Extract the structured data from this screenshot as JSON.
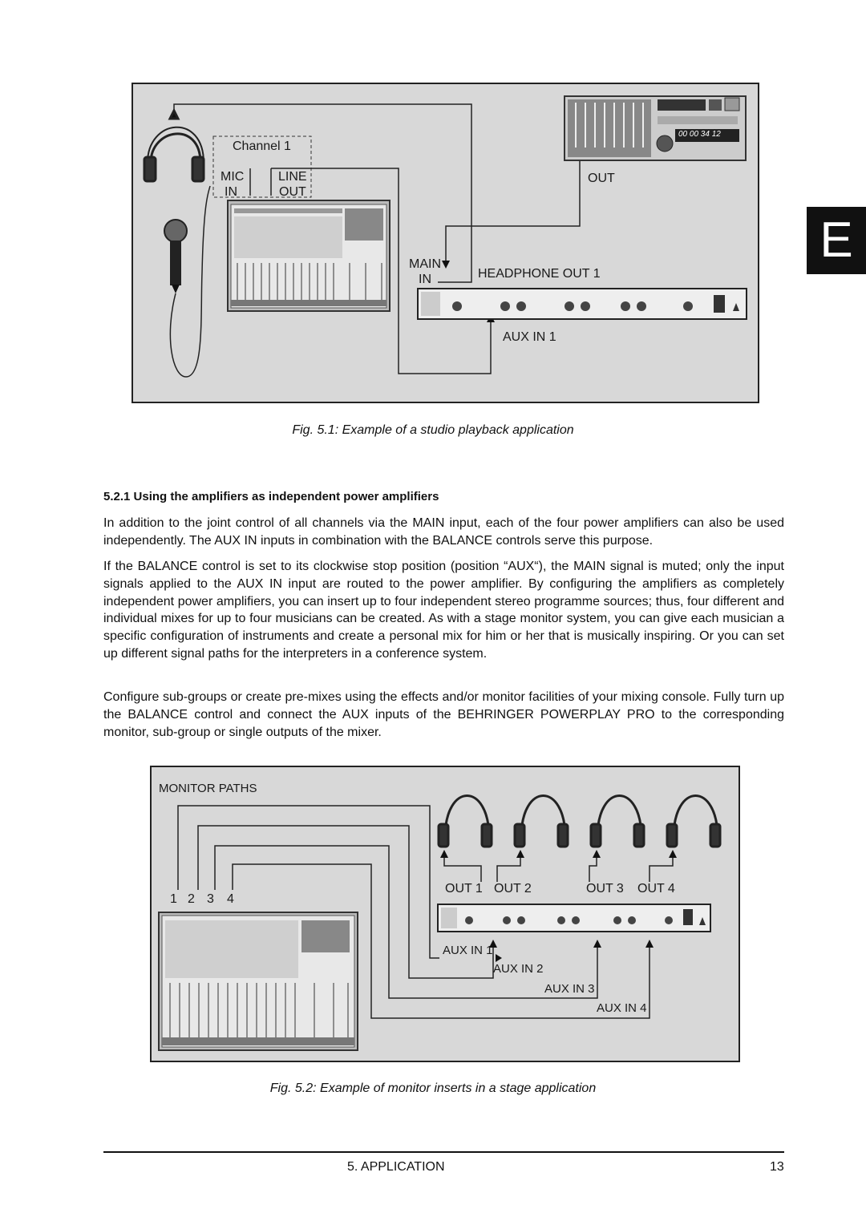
{
  "side_tab": "E",
  "figure1": {
    "labels": {
      "channel": "Channel 1",
      "mic": "MIC",
      "mic_in": "IN",
      "line": "LINE",
      "line_out": "OUT",
      "out": "OUT",
      "main": "MAIN",
      "main_in": "IN",
      "headphone_out": "HEADPHONE OUT 1",
      "aux_in": "AUX IN 1",
      "display": "00 00 34 12"
    },
    "caption": "Fig. 5.1: Example of a studio playback application"
  },
  "section": {
    "heading": "5.2.1  Using the amplifiers as independent power amplifiers",
    "paragraphs": [
      "In addition to the joint control of all channels via the MAIN input, each of the four power amplifiers can also be used independently. The AUX IN inputs in combination with the BALANCE controls serve this purpose.",
      "If the BALANCE control is set to its clockwise stop position (position “AUX“), the MAIN signal is muted; only the input signals applied to the AUX IN input are routed to the power amplifier. By configuring the amplifiers as completely independent power amplifiers, you can insert up to four independent stereo programme sources; thus, four different and individual mixes for up to four musicians can be created. As with a stage monitor system, you can give each musician a specific configuration of instruments and create a personal mix for him or her that is musically inspiring. Or you can set up different signal paths for the interpreters in a conference system.",
      "Configure sub-groups or create pre-mixes using the effects and/or monitor facilities of your mixing console. Fully turn up the BALANCE control and connect the AUX inputs of the BEHRINGER POWERPLAY PRO to the corresponding monitor, sub-group or single outputs of the mixer."
    ]
  },
  "figure2": {
    "labels": {
      "monitor_paths": "MONITOR PATHS",
      "n1": "1",
      "n2": "2",
      "n3": "3",
      "n4": "4",
      "out1": "OUT 1",
      "out2": "OUT 2",
      "out3": "OUT 3",
      "out4": "OUT 4",
      "aux1": "AUX IN 1",
      "aux2": "AUX IN 2",
      "aux3": "AUX IN 3",
      "aux4": "AUX IN 4"
    },
    "caption": "Fig. 5.2: Example of monitor inserts in a stage application"
  },
  "footer": {
    "section": "5.  APPLICATION",
    "page": "13"
  }
}
